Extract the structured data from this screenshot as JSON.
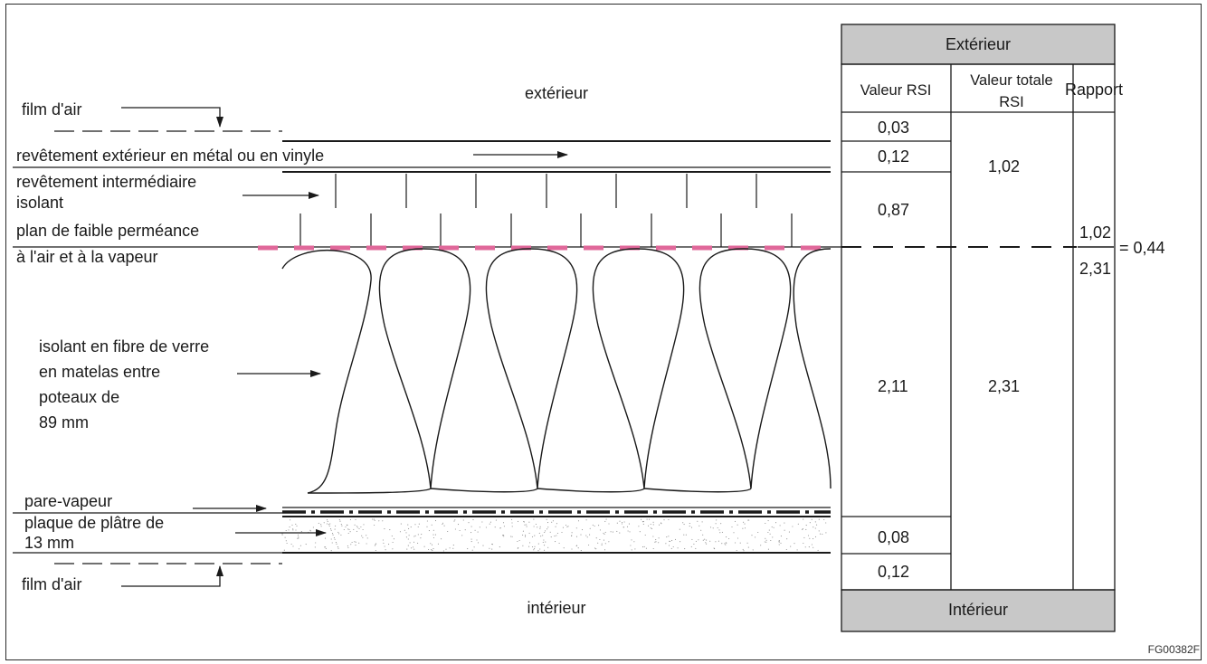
{
  "diagram": {
    "labels": {
      "exterior": "extérieur",
      "interior": "intérieur",
      "air_film_top": "film d'air",
      "cladding": "revêtement extérieur en métal ou en vinyle",
      "sheathing_line1": "revêtement intermédiaire",
      "sheathing_line2": "isolant",
      "air_plane_line1": "plan de faible perméance",
      "air_plane_line2": "à l'air et à la vapeur",
      "batt_line1": "isolant en fibre de verre",
      "batt_line2": "en matelas entre",
      "batt_line3": "poteaux de",
      "batt_line4": "89 mm",
      "vapour_barrier": "pare-vapeur",
      "gypsum_line1": "plaque de plâtre de",
      "gypsum_line2": "13 mm",
      "air_film_bottom": "film d'air"
    },
    "colors": {
      "air_barrier_dash": "#e0689a",
      "table_header": "#c8c8c8"
    }
  },
  "table": {
    "header_top": "Extérieur",
    "columns": {
      "rsi": "Valeur RSI",
      "total_line1": "Valeur totale",
      "total_line2": "RSI",
      "ratio": "Rapport"
    },
    "rsi_values": [
      "0,03",
      "0,12",
      "0,87",
      "2,11",
      "0,08",
      "0,12"
    ],
    "totals": [
      "1,02",
      "2,31"
    ],
    "ratio": {
      "numerator": "1,02",
      "denominator": "2,31",
      "result": "= 0,44"
    },
    "footer": "Intérieur"
  },
  "figure_code": "FG00382F"
}
